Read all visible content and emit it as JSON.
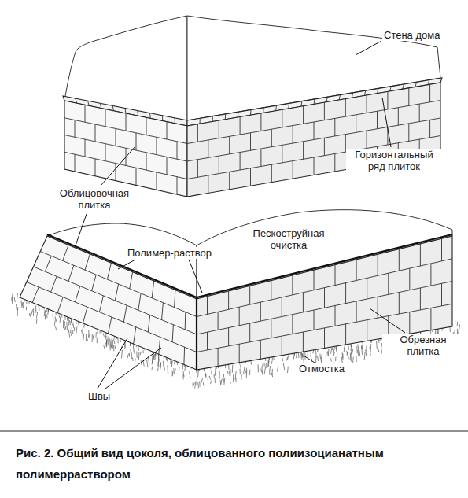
{
  "diagram": {
    "caption": "Рис. 2. Общий вид цоколя, облицованного полиизоцианатным полимерраствором",
    "labels": [
      "Стена дома",
      "Горизонтальный ряд плиток",
      "Облицовочная плитка",
      "Пескоструйная очистка",
      "Полимер-раствор",
      "Обрезная плитка",
      "Отмостка",
      "Швы"
    ]
  }
}
